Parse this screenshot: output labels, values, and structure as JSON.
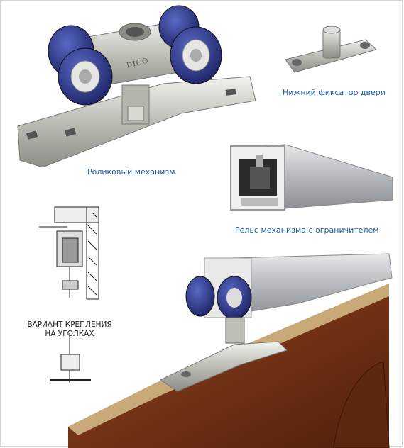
{
  "captions": {
    "roller": "Роликовый механизм",
    "bottom_lock": "Нижний фиксатор двери",
    "rail": "Рельс механизма с ограничителем",
    "drawing_line1": "ВАРИАНТ КРЕПЛЕНИЯ",
    "drawing_line2": "НА УГОЛКАХ"
  },
  "brand_mark": "DICO",
  "colors": {
    "caption": "#1f5fa8",
    "wheel_blue": "#2d3a8c",
    "metal": "#c9c9c4",
    "wood": "#7a3a1c"
  }
}
